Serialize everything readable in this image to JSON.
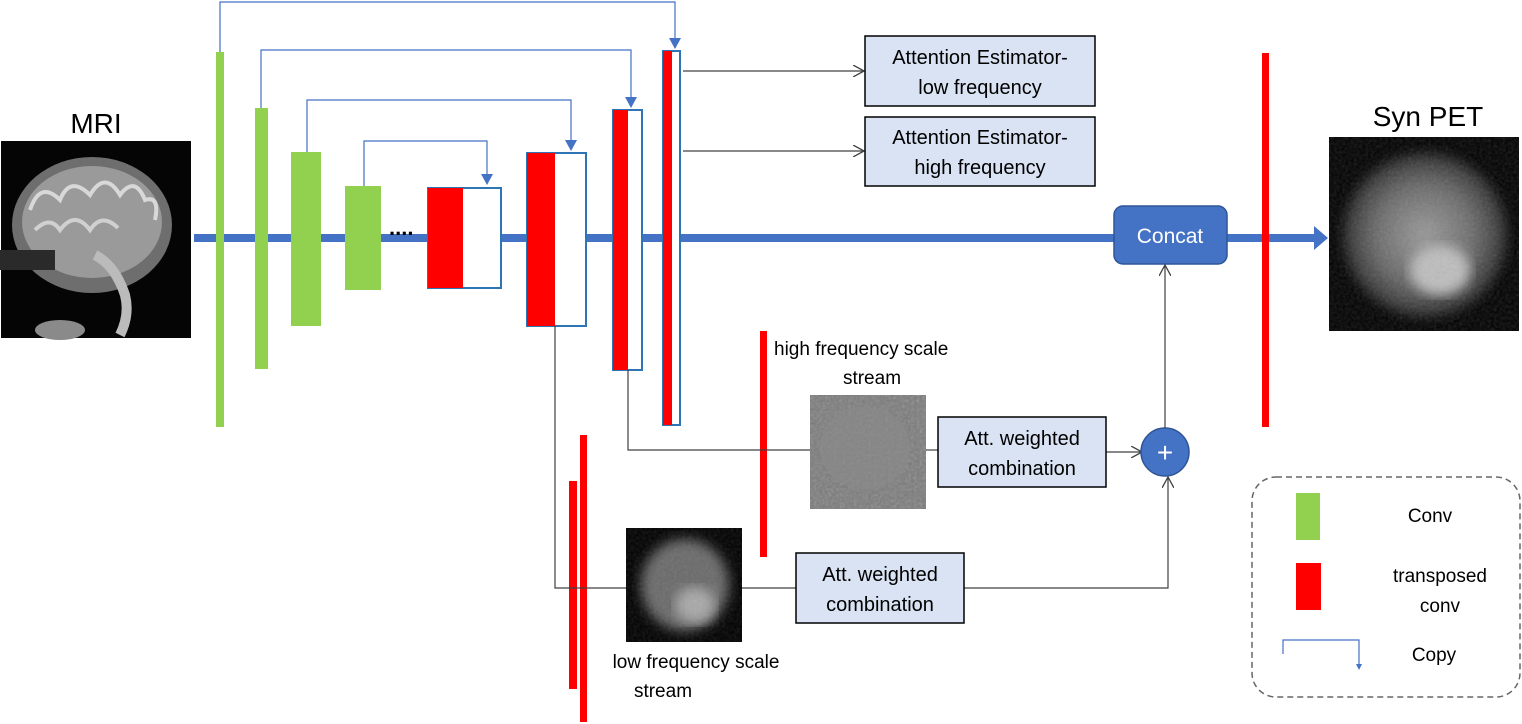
{
  "labels": {
    "mri": "MRI",
    "syn_pet": "Syn PET",
    "ellipsis": "....",
    "concat": "Concat",
    "plus": "+"
  },
  "attention_low": {
    "line1": "Attention Estimator-",
    "line2": "low frequency"
  },
  "attention_high": {
    "line1": "Attention Estimator-",
    "line2": "high frequency"
  },
  "att_weighted_high": {
    "line1": "Att. weighted",
    "line2": "combination"
  },
  "att_weighted_low": {
    "line1": "Att. weighted",
    "line2": "combination"
  },
  "high_stream": {
    "line1": "high frequency scale",
    "line2": "stream"
  },
  "low_stream": {
    "line1": "low frequency scale",
    "line2": "stream"
  },
  "legend": {
    "conv": "Conv",
    "tconv_line1": "transposed",
    "tconv_line2": "conv",
    "copy": "Copy"
  },
  "colors": {
    "conv": "#92d050",
    "transposed_conv": "#ff0000",
    "copy_line": "#4472c4",
    "main_arrow": "#4472c4",
    "box_fill": "#dae3f3",
    "concat_fill": "#4472c4"
  },
  "images": {
    "mri": "mri-sagittal-brain-image",
    "syn_pet": "synthetic-pet-image",
    "high_freq": "high-frequency-map-image",
    "low_freq": "low-frequency-map-image"
  }
}
